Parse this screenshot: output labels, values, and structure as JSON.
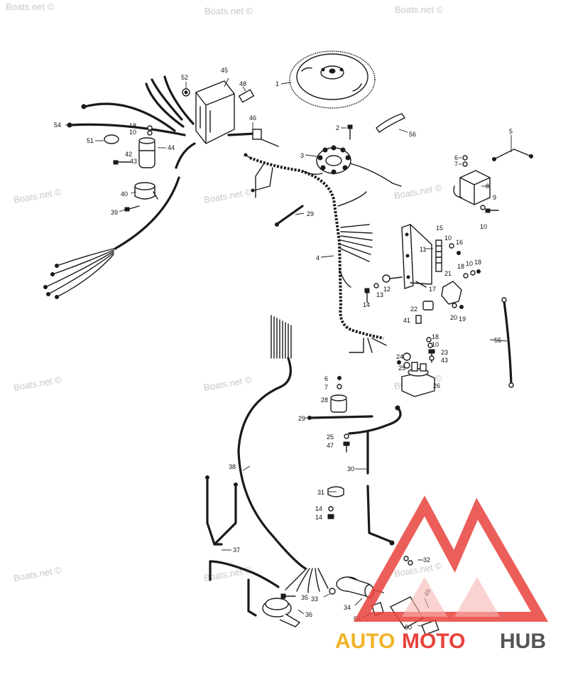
{
  "watermarks": [
    "Boats.net ©"
  ],
  "callouts": {
    "c1": "1",
    "c2": "2",
    "c3": "3",
    "c4": "4",
    "c5": "5",
    "c6": "6",
    "c7": "7",
    "c8": "8",
    "c9": "9",
    "c10": "10",
    "c11": "11",
    "c12": "12",
    "c13": "13",
    "c14": "14",
    "c15": "15",
    "c16": "16",
    "c17": "17",
    "c18": "18",
    "c19": "19",
    "c20": "20",
    "c21": "21",
    "c22": "22",
    "c23": "23",
    "c24": "24",
    "c25": "25",
    "c26": "26",
    "c28": "28",
    "c29": "29",
    "c30": "30",
    "c31": "31",
    "c32": "32",
    "c33": "33",
    "c34": "34",
    "c35": "35",
    "c36": "36",
    "c37": "37",
    "c38": "38",
    "c39": "39",
    "c40": "40",
    "c41": "41",
    "c42": "42",
    "c43": "43",
    "c44": "44",
    "c45": "45",
    "c46": "46",
    "c47": "47",
    "c48": "48",
    "c49": "49",
    "c50": "50",
    "c51": "51",
    "c52": "52",
    "c53": "53",
    "c54": "54",
    "c55": "55",
    "c56": "56"
  },
  "logo": {
    "part1": "AUTO",
    "part2": "MOTO",
    "part3": "HUB",
    "color1": "#f0b429",
    "color2": "#e8423c",
    "color3": "#555555"
  }
}
